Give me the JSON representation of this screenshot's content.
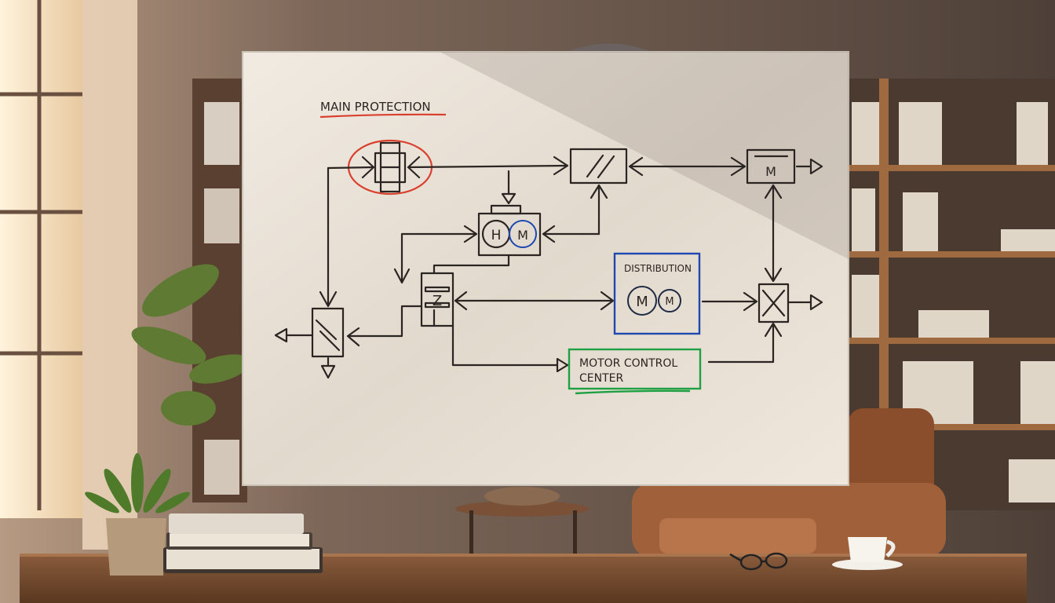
{
  "scene": {
    "board_title": "MAIN PROTECTION",
    "colors": {
      "wall": "#6b5a4e",
      "board": "#ece5da",
      "red_marker": "#d9402e",
      "blue_marker": "#1d48b0",
      "green_marker": "#1fa044",
      "ink": "#2a2522",
      "desk": "#7a5034"
    }
  },
  "diagram": {
    "title": "MAIN PROTECTION",
    "nodes": {
      "hm_circle_left": "H",
      "hm_circle_right": "M",
      "motor_box": "M",
      "z_block": "Z",
      "distribution": {
        "label": "DISTRIBUTION",
        "circle_left": "M",
        "circle_right": "M"
      },
      "mcc": {
        "line1": "MOTOR CONTROL",
        "line2": "CENTER"
      }
    }
  }
}
